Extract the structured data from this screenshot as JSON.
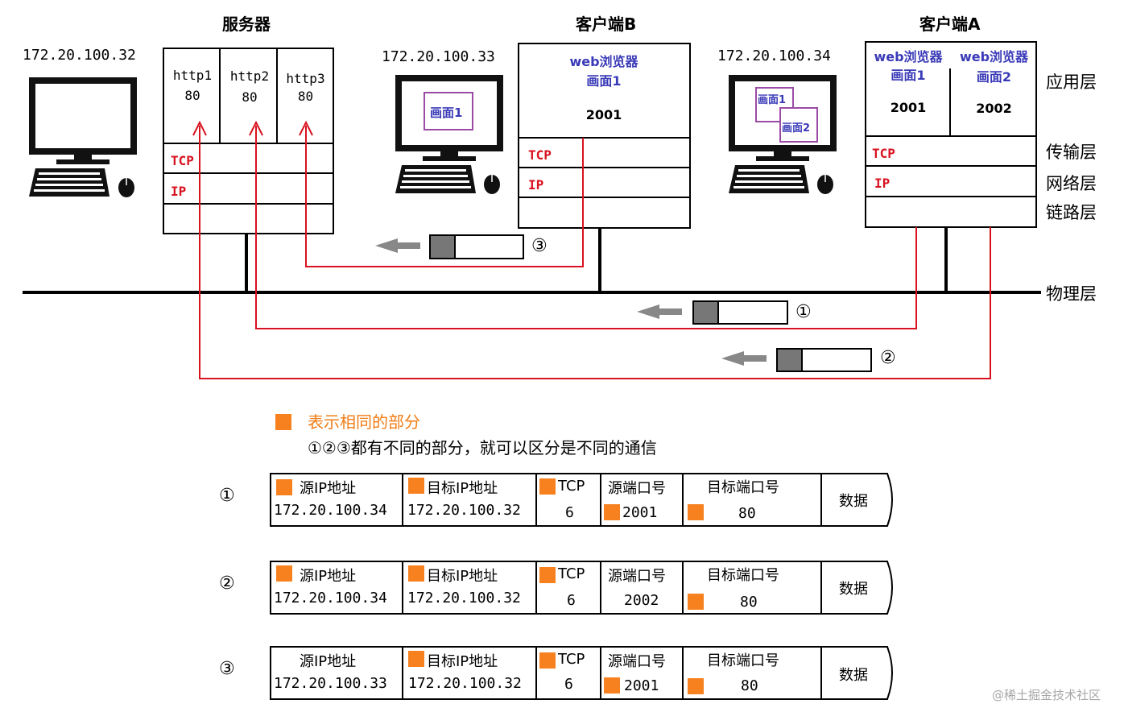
{
  "server": {
    "title": "服务器",
    "ip": "172.20.100.32",
    "apps": [
      {
        "name": "http1",
        "port": "80"
      },
      {
        "name": "http2",
        "port": "80"
      },
      {
        "name": "http3",
        "port": "80"
      }
    ],
    "tcp": "TCP",
    "ip_layer": "IP"
  },
  "client_b": {
    "title": "客户端B",
    "ip": "172.20.100.33",
    "browser": "web浏览器",
    "screen": "画面1",
    "port": "2001",
    "tcp": "TCP",
    "ip_layer": "IP"
  },
  "client_a": {
    "title": "客户端A",
    "ip": "172.20.100.34",
    "browser1": "web浏览器",
    "screen1": "画面1",
    "browser2": "web浏览器",
    "screen2": "画面2",
    "port1": "2001",
    "port2": "2002",
    "tcp": "TCP",
    "ip_layer": "IP"
  },
  "layers": {
    "application": "应用层",
    "transport": "传输层",
    "network": "网络层",
    "link": "链路层",
    "physical": "物理层"
  },
  "packet_markers": {
    "p1": "①",
    "p2": "②",
    "p3": "③"
  },
  "legend": {
    "title": "表示相同的部分",
    "description": "①②③都有不同的部分，就可以区分是不同的通信"
  },
  "tables": [
    {
      "marker": "①",
      "headers": [
        "源IP地址",
        "目标IP地址",
        "TCP",
        "源端口号",
        "目标端口号",
        "数据"
      ],
      "values": [
        "172.20.100.34",
        "172.20.100.32",
        "6",
        "2001",
        "80"
      ],
      "same": {
        "src_ip": true,
        "dst_ip": true,
        "tcp": true,
        "src_port": true,
        "dst_port": true
      }
    },
    {
      "marker": "②",
      "headers": [
        "源IP地址",
        "目标IP地址",
        "TCP",
        "源端口号",
        "目标端口号",
        "数据"
      ],
      "values": [
        "172.20.100.34",
        "172.20.100.32",
        "6",
        "2002",
        "80"
      ],
      "same": {
        "src_ip": true,
        "dst_ip": true,
        "tcp": true,
        "src_port": false,
        "dst_port": true
      }
    },
    {
      "marker": "③",
      "headers": [
        "源IP地址",
        "目标IP地址",
        "TCP",
        "源端口号",
        "目标端口号",
        "数据"
      ],
      "values": [
        "172.20.100.33",
        "172.20.100.32",
        "6",
        "2001",
        "80"
      ],
      "same": {
        "src_ip": false,
        "dst_ip": true,
        "tcp": true,
        "src_port": true,
        "dst_port": true
      }
    }
  ],
  "colors": {
    "highlight": "#f7811e",
    "connection": "#d8121f",
    "app_text": "#3a3ab8",
    "screen_frame": "#9b4ba6"
  },
  "watermark": "@稀土掘金技术社区"
}
